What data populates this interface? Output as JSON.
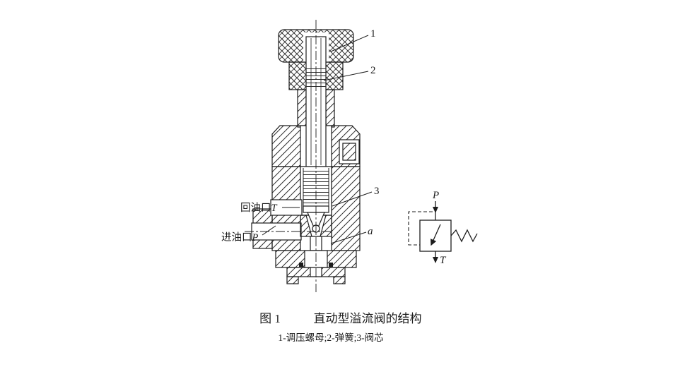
{
  "figure": {
    "caption": {
      "prefix": "图 1",
      "title": "直动型溢流阀的结构"
    },
    "legend": "1-调压螺母;2-弹簧;3-阀芯"
  },
  "callouts": {
    "adjusting_nut": "1",
    "spring": "2",
    "spool": "3",
    "orifice": "a"
  },
  "ports": {
    "return": {
      "name": "回油口",
      "symbol": "T"
    },
    "inlet": {
      "name": "进油口",
      "symbol": "P"
    }
  },
  "hydraulic_symbol": {
    "pressure_port": "P",
    "tank_port": "T"
  },
  "colors": {
    "ink": "#1c1c1c",
    "paper": "#ffffff"
  }
}
